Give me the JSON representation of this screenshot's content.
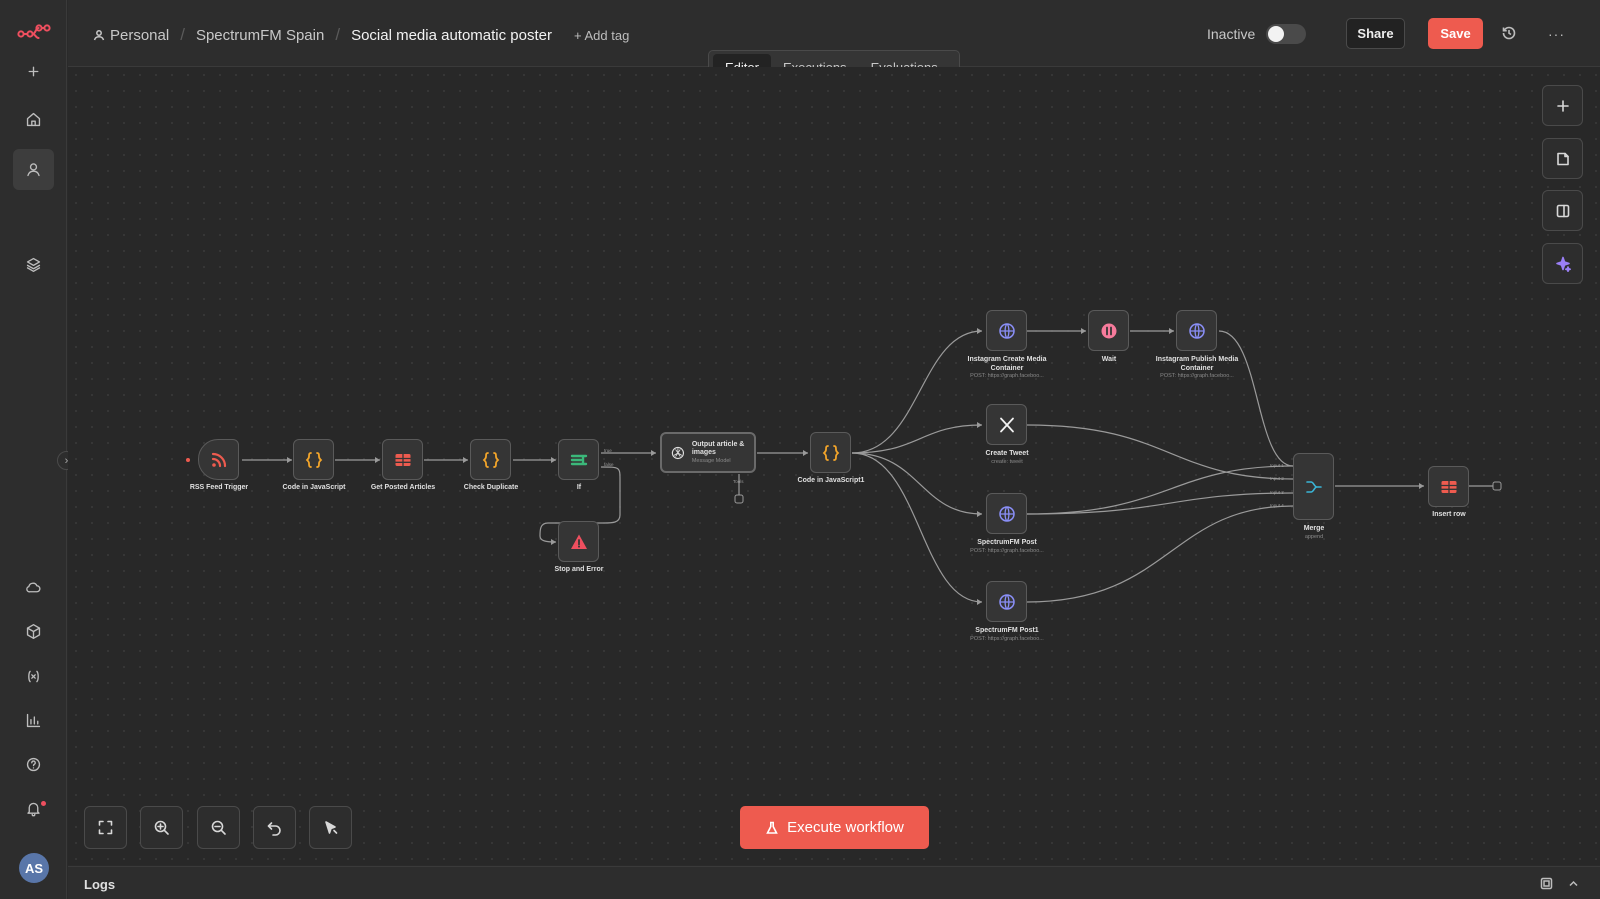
{
  "breadcrumb": {
    "owner": "Personal",
    "project": "SpectrumFM Spain",
    "workflow": "Social media automatic poster",
    "add_tag": "+ Add tag"
  },
  "header": {
    "status_label": "Inactive",
    "active": false,
    "share_label": "Share",
    "save_label": "Save",
    "more_label": "···"
  },
  "tabs": [
    {
      "label": "Editor",
      "active": true
    },
    {
      "label": "Executions",
      "active": false
    },
    {
      "label": "Evaluations",
      "active": false
    }
  ],
  "sidebar": {
    "avatar_initials": "AS",
    "items": [
      "add-icon",
      "home-icon",
      "user-icon",
      "layers-icon",
      "cloud-icon",
      "package-icon",
      "variables-icon",
      "chart-icon",
      "help-icon",
      "bell-icon"
    ]
  },
  "nodes": {
    "rss": {
      "label": "RSS Feed Trigger"
    },
    "code1": {
      "label": "Code in JavaScript"
    },
    "get_posted": {
      "label": "Get Posted Articles"
    },
    "check_dup": {
      "label": "Check Duplicate"
    },
    "if": {
      "label": "If",
      "true_label": "true",
      "false_label": "false"
    },
    "stop": {
      "label": "Stop and Error"
    },
    "output": {
      "title": "Output article & images",
      "subtitle": "Message Model",
      "tools_label": "Tools"
    },
    "code2": {
      "label": "Code in JavaScript1"
    },
    "ig_create": {
      "label": "Instagram Create Media Container",
      "subtitle": "POST: https://graph.faceboo..."
    },
    "wait": {
      "label": "Wait"
    },
    "ig_publish": {
      "label": "Instagram Publish Media Container",
      "subtitle": "POST: https://graph.faceboo..."
    },
    "tweet": {
      "label": "Create Tweet",
      "subtitle": "create: tweet"
    },
    "sfm_post": {
      "label": "SpectrumFM Post",
      "subtitle": "POST: https://graph.faceboo..."
    },
    "sfm_post1": {
      "label": "SpectrumFM Post1",
      "subtitle": "POST: https://graph.faceboo..."
    },
    "merge": {
      "label": "Merge",
      "subtitle": "append",
      "inputs": [
        "Input 1",
        "Input 2",
        "Input 3",
        "Input 4"
      ]
    },
    "insert": {
      "label": "Insert row"
    }
  },
  "colors": {
    "accent": "#ee5b4f",
    "code": "#f3a52a",
    "table": "#ee5b4f",
    "if": "#3bb87a",
    "http": "#8a8ff7",
    "merge": "#3ab6d8",
    "wait": "#f77b9c"
  },
  "execute_label": "Execute workflow",
  "logs_label": "Logs"
}
